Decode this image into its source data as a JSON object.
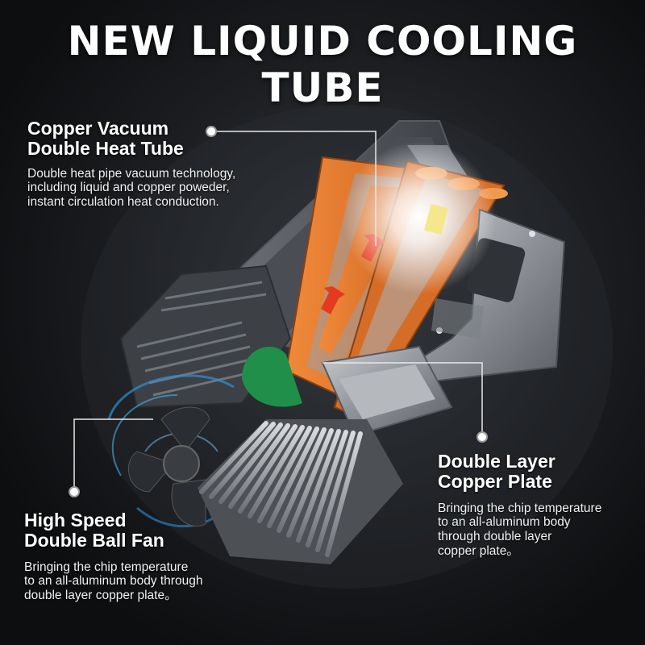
{
  "headline": "NEW LIQUID COOLING TUBE",
  "callouts": {
    "copper_tube": {
      "title_line1": "Copper Vacuum",
      "title_line2": "Double Heat Tube",
      "desc_line1": "Double heat pipe vacuum technology,",
      "desc_line2": "including liquid and copper poweder,",
      "desc_line3": "instant circulation heat conduction."
    },
    "copper_plate": {
      "title_line1": "Double Layer",
      "title_line2": "Copper Plate",
      "desc_line1": "Bringing the chip temperature",
      "desc_line2": "to an all-aluminum body",
      "desc_line3": "through double layer",
      "desc_line4": "copper plate。"
    },
    "ball_fan": {
      "title_line1": "High Speed",
      "title_line2": "Double Ball Fan",
      "desc_line1": "Bringing the chip temperature",
      "desc_line2": "to an all-aluminum body through",
      "desc_line3": "double layer copper plate。"
    }
  },
  "colors": {
    "copper": "#e0782e",
    "copper_dark": "#b8561c",
    "aluminum": "#9a9ea4",
    "green_pcb": "#1f8f4a",
    "arrow_red": "#e53a1f",
    "background": "#1a1c1f"
  },
  "icons": [
    "callout-dot-icon",
    "heat-flow-arrow-icon",
    "fan-airflow-swirl-icon"
  ]
}
